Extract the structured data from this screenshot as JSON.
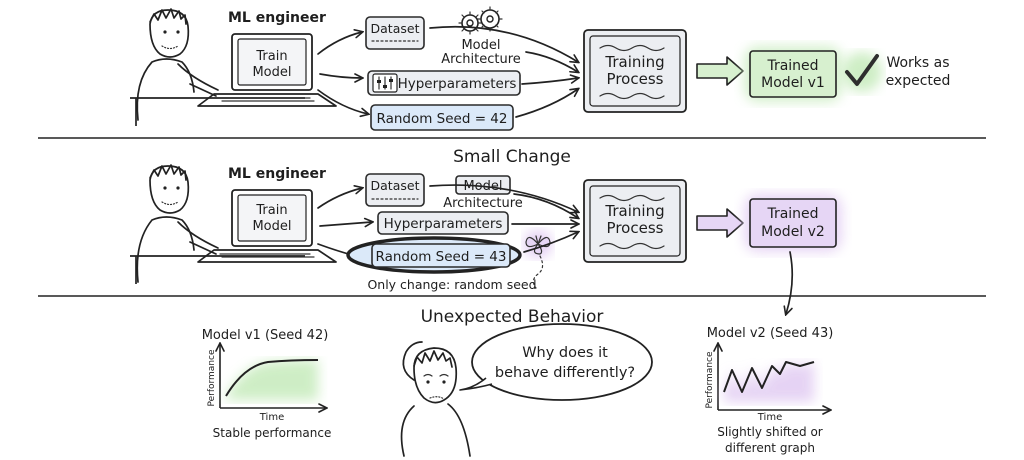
{
  "colors": {
    "ink": "#1e1e1e",
    "box_fill": "#eceef2",
    "seed_fill": "#dbe9f9",
    "green_fill": "#d7f0cf",
    "green_glow": "#c9ecbf",
    "purple_fill": "#e6d6f5",
    "purple_glow": "#e3cff3",
    "checkmark": "#2e2e2e"
  },
  "section1": {
    "engineer_label": "ML engineer",
    "laptop_line1": "Train",
    "laptop_line2": "Model",
    "dataset": "Dataset",
    "model_arch_line1": "Model",
    "model_arch_line2": "Architecture",
    "hyperparameters": "Hyperparameters",
    "seed": "Random Seed = 42",
    "training_line1": "Training",
    "training_line2": "Process",
    "trained_line1": "Trained",
    "trained_line2": "Model v1",
    "works_line1": "Works as",
    "works_line2": "expected"
  },
  "section2": {
    "title": "Small Change",
    "engineer_label": "ML engineer",
    "laptop_line1": "Train",
    "laptop_line2": "Model",
    "dataset": "Dataset",
    "model_arch_line1": "Model",
    "model_arch_line2": "Architecture",
    "hyperparameters": "Hyperparameters",
    "seed": "Random Seed = 43",
    "only_change": "Only change: random seed",
    "training_line1": "Training",
    "training_line2": "Process",
    "trained_line1": "Trained",
    "trained_line2": "Model v2"
  },
  "section3": {
    "title": "Unexpected Behavior",
    "bubble_line1": "Why does it",
    "bubble_line2": "behave differently?",
    "left_plot": {
      "title": "Model v1 (Seed 42)",
      "ylabel": "Performance",
      "xlabel": "Time",
      "caption": "Stable performance"
    },
    "right_plot": {
      "title": "Model v2 (Seed 43)",
      "ylabel": "Performance",
      "xlabel": "Time",
      "caption_line1": "Slightly shifted or",
      "caption_line2": "different graph"
    }
  }
}
